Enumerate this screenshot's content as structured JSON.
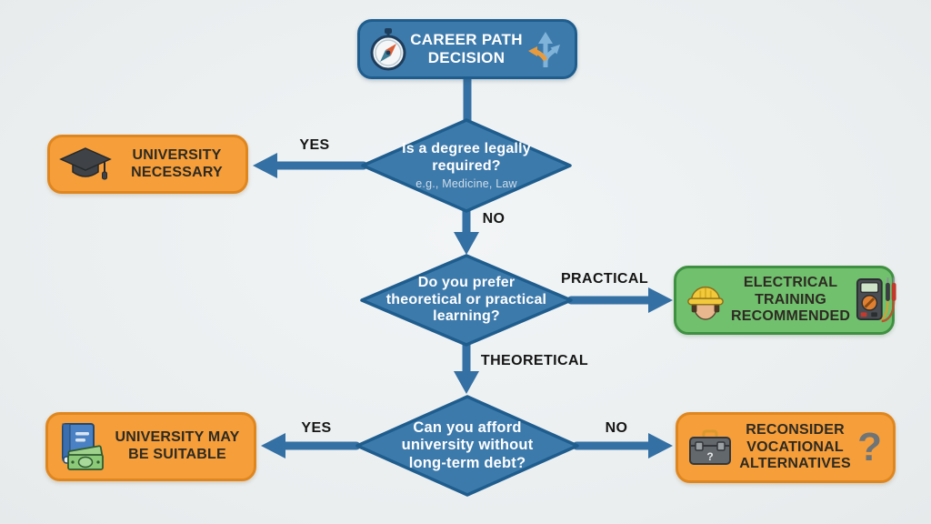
{
  "colors": {
    "background": "#edf0f1",
    "blue_fill": "#3d7aac",
    "blue_border": "#1f5d8e",
    "orange_fill": "#f59e3a",
    "orange_border": "#e0861f",
    "green_fill": "#70c06e",
    "green_border": "#3f9041",
    "arrow_blue": "#3470a3",
    "diamond_text": "#ffffff",
    "diamond_hint": "#cfdde8",
    "result_text": "#2e2a22",
    "edge_label_text": "#151515",
    "question_mark_gray": "#6f7477"
  },
  "start_node": {
    "label": "CAREER PATH DECISION",
    "left_icon": "compass-icon",
    "right_icon": "branching-arrows-icon"
  },
  "decisions": {
    "degree_required": {
      "question": "Is a degree legally required?",
      "hint": "e.g., Medicine, Law"
    },
    "learning_preference": {
      "question": "Do you prefer theoretical or practical learning?"
    },
    "afford_university": {
      "question": "Can you afford university without long-term debt?"
    }
  },
  "outcomes": {
    "university_necessary": {
      "label": "UNIVERSITY NECESSARY",
      "icon": "graduation-cap-icon"
    },
    "electrical_training": {
      "label": "ELECTRICAL TRAINING RECOMMENDED",
      "left_icon": "construction-worker-icon",
      "right_icon": "multimeter-icon"
    },
    "university_suitable": {
      "label": "UNIVERSITY MAY BE SUITABLE",
      "icon": "book-and-money-icon"
    },
    "reconsider_vocational": {
      "label": "RECONSIDER VOCATIONAL ALTERNATIVES",
      "icon": "toolbox-icon",
      "toolbox_mark": "?",
      "suffix": "?"
    }
  },
  "edge_labels": {
    "degree_yes": "YES",
    "degree_no": "NO",
    "practical": "PRACTICAL",
    "theoretical": "THEORETICAL",
    "afford_yes": "YES",
    "afford_no": "NO"
  }
}
